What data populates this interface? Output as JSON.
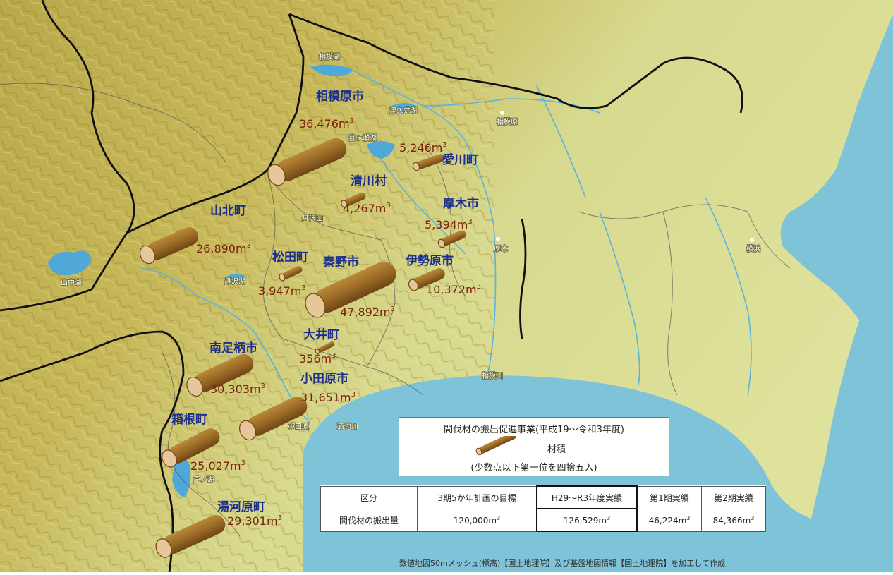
{
  "municipalities": [
    {
      "id": "sagamihara",
      "name": "相模原市",
      "volume": "36,476m",
      "sup": "3"
    },
    {
      "id": "aikawa",
      "name": "愛川町",
      "volume": "5,246m",
      "sup": "3"
    },
    {
      "id": "kiyokawa",
      "name": "清川村",
      "volume": "4,267m",
      "sup": "3"
    },
    {
      "id": "atsugi",
      "name": "厚木市",
      "volume": "5,394m",
      "sup": "3"
    },
    {
      "id": "yamakita",
      "name": "山北町",
      "volume": "26,890m",
      "sup": "3"
    },
    {
      "id": "matsuda",
      "name": "松田町",
      "volume": "3,947m",
      "sup": "3"
    },
    {
      "id": "hadano",
      "name": "秦野市",
      "volume": "47,892m",
      "sup": "3"
    },
    {
      "id": "isehara",
      "name": "伊勢原市",
      "volume": "10,372m",
      "sup": "3"
    },
    {
      "id": "oi",
      "name": "大井町",
      "volume": "356m",
      "sup": "3"
    },
    {
      "id": "minamiashigara",
      "name": "南足柄市",
      "volume": "30,303m",
      "sup": "3"
    },
    {
      "id": "odawara",
      "name": "小田原市",
      "volume": "31,651m",
      "sup": "3"
    },
    {
      "id": "hakone",
      "name": "箱根町",
      "volume": "25,027m",
      "sup": "3"
    },
    {
      "id": "yugawara",
      "name": "湯河原町",
      "volume": "29,301m",
      "sup": "3"
    }
  ],
  "places": {
    "sagamiko": "相模湖",
    "tsukuiko": "津久井湖",
    "sagamihara_pt": "相模原",
    "miyagase": "宮ヶ瀬湖",
    "tanzawa": "丹沢山",
    "tanzawako": "丹沢湖",
    "atsugi_pt": "厚木",
    "yokohama": "横浜",
    "yamanakako": "山中湖",
    "sagamigawa": "相模川",
    "odawara_pt": "小田原",
    "sakawagawa": "酒匂川",
    "ashinoko": "芦ノ湖"
  },
  "legend": {
    "title": "間伐材の搬出促進事業(平成19～令和3年度)",
    "item": "材積",
    "note": "(少数点以下第一位を四捨五入)"
  },
  "table": {
    "headers": [
      "区分",
      "3期5か年計画の目標",
      "H29～R3年度実績",
      "第1期実績",
      "第2期実績"
    ],
    "row_label": "間伐材の搬出量",
    "values": [
      "120,000m",
      "126,529m",
      "46,224m",
      "84,366m"
    ],
    "sup": "3"
  },
  "credit": "数値地図50mメッシュ(標高)【国土地理院】及び基盤地図情報【国土地理院】を加工して作成",
  "colors": {
    "sea": "#7ec3d8",
    "land": "#cfd68a",
    "log": "#9a6a26",
    "log_end": "#e6c79a",
    "label": "#1c2f8c",
    "volume": "#7a1f0c"
  }
}
